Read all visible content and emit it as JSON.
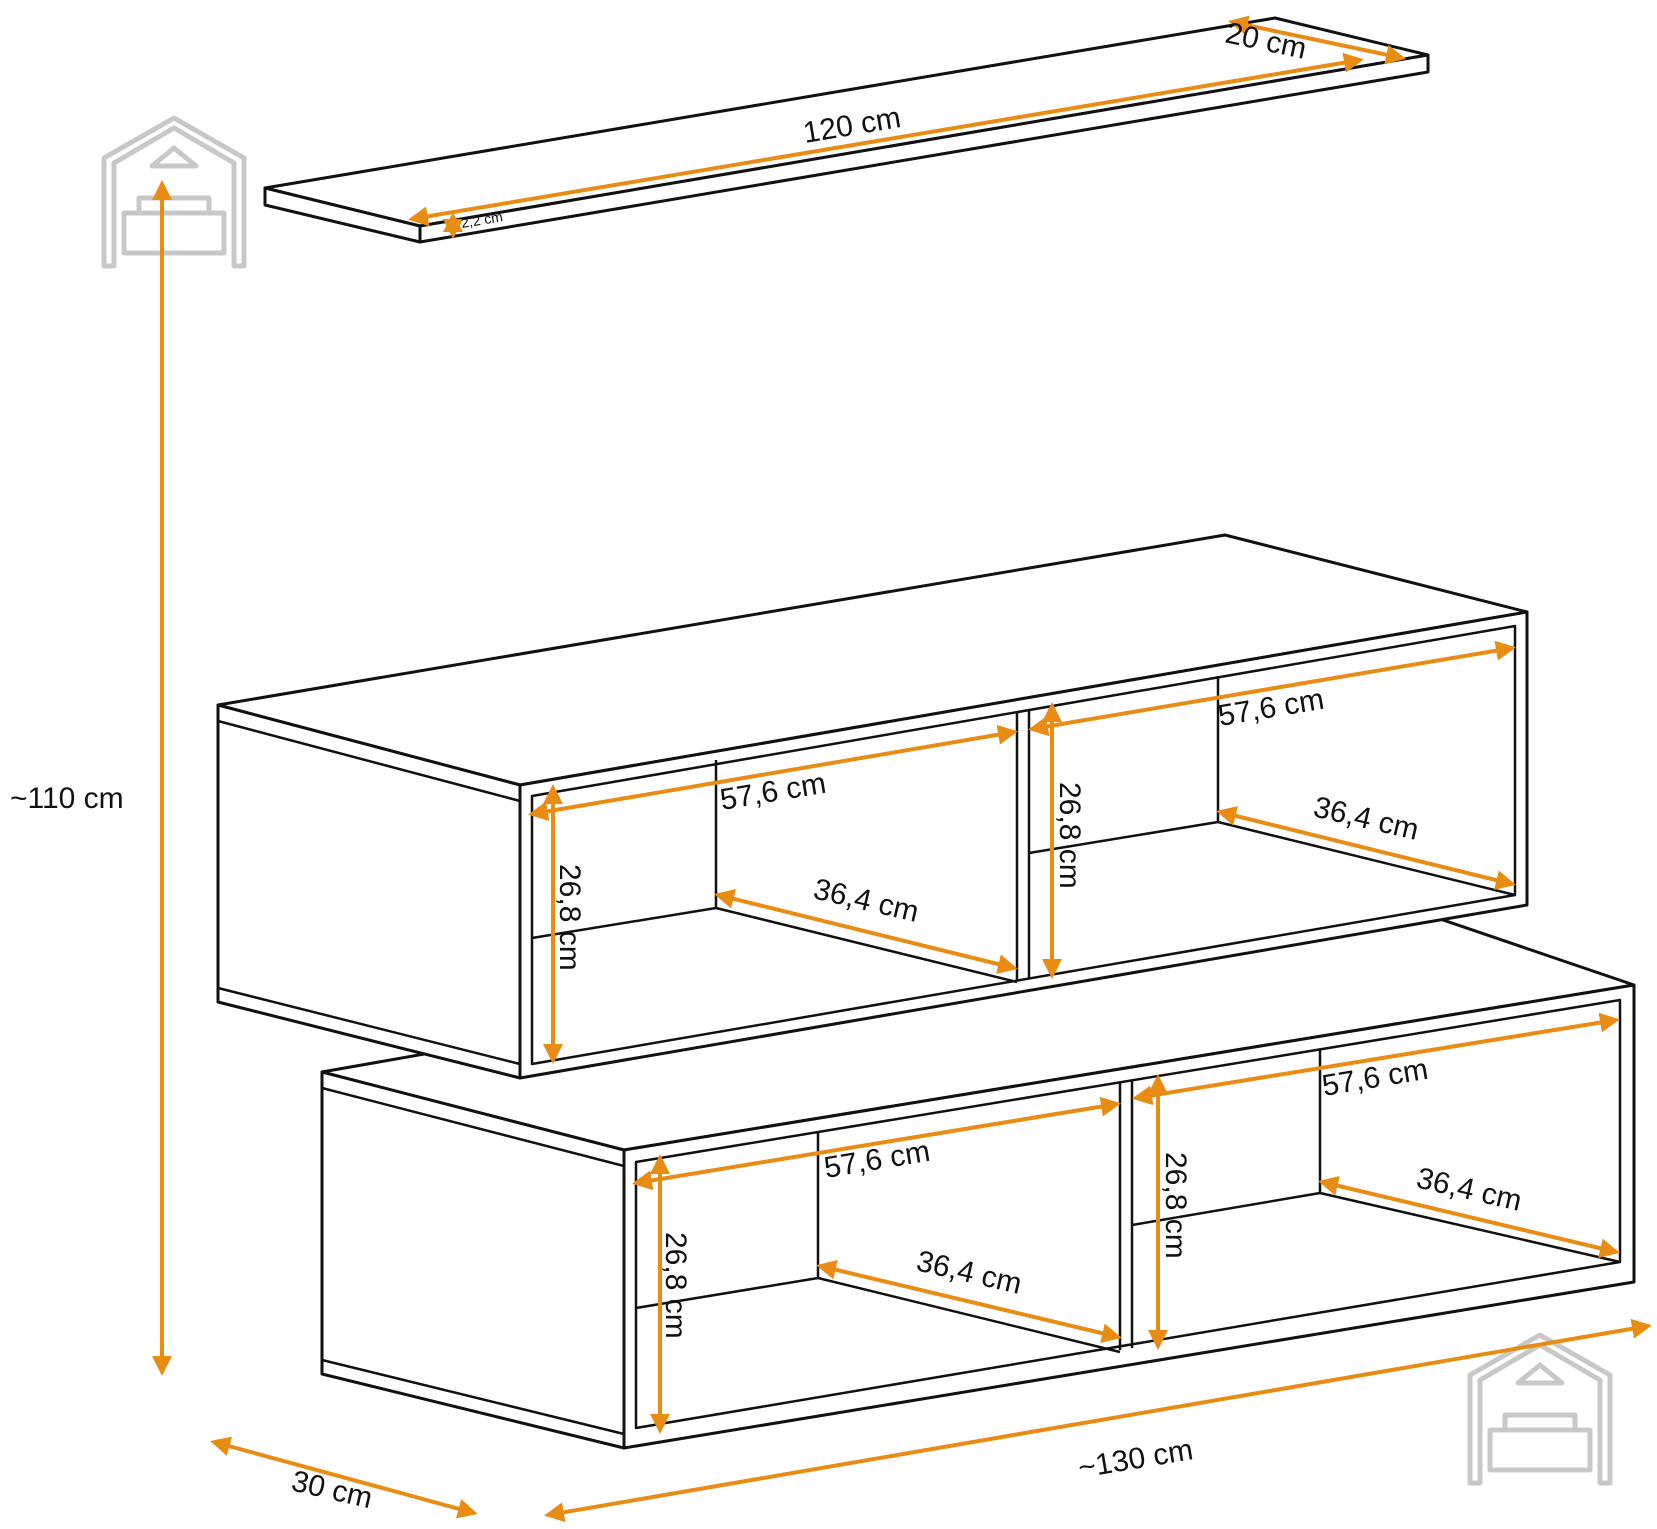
{
  "icons": {
    "watermark": "house-sofa-icon"
  },
  "colors": {
    "dimension": "#e88c14",
    "outline": "#111111",
    "watermark": "#c8c8c8"
  },
  "shelf": {
    "length_label": "120 cm",
    "depth_label": "20 cm",
    "thickness_label": "2,2 cm"
  },
  "upper_cabinet": {
    "left_compartment": {
      "width_label": "57,6 cm",
      "depth_label": "36,4 cm",
      "height_label": "26,8 cm"
    },
    "right_compartment": {
      "width_label": "57,6 cm",
      "depth_label": "36,4 cm",
      "height_label": "26,8 cm"
    }
  },
  "lower_cabinet": {
    "left_compartment": {
      "width_label": "57,6 cm",
      "depth_label": "36,4 cm",
      "height_label": "26,8 cm"
    },
    "right_compartment": {
      "width_label": "57,6 cm",
      "depth_label": "36,4 cm",
      "height_label": "26,8 cm"
    }
  },
  "overall": {
    "height_label": "~110 cm",
    "width_label": "~130 cm",
    "depth_label": "30 cm"
  }
}
